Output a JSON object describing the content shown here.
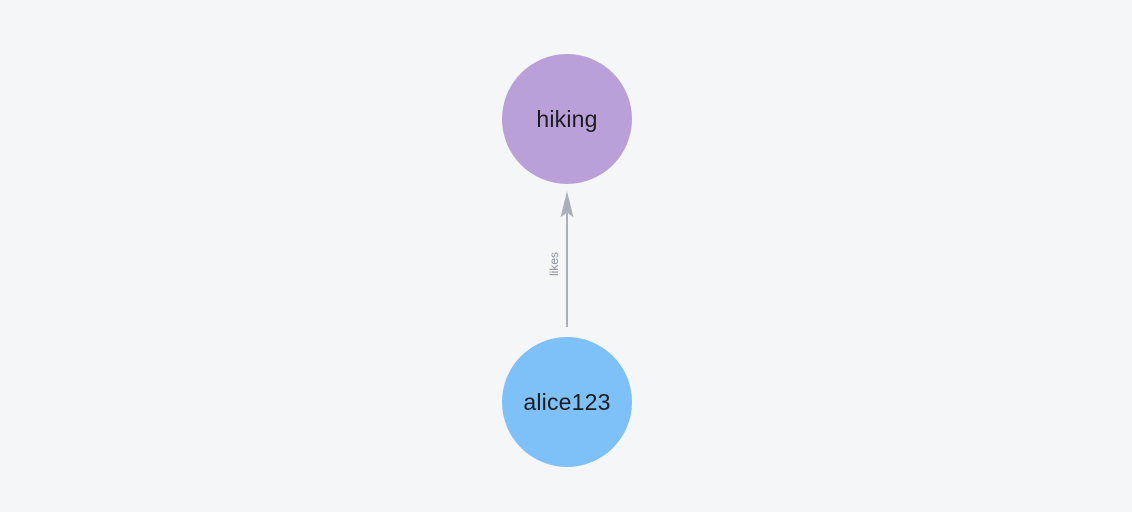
{
  "canvas": {
    "background_color": "#f5f6f7"
  },
  "graph": {
    "nodes": [
      {
        "id": "hiking",
        "label": "hiking",
        "shape": "circle",
        "fill_color": "#b9a0d8",
        "text_color": "#1c1c1e"
      },
      {
        "id": "alice123",
        "label": "alice123",
        "shape": "circle",
        "fill_color": "#7dc1f8",
        "text_color": "#1c1c1e"
      }
    ],
    "edges": [
      {
        "from": "alice123",
        "to": "hiking",
        "label": "likes",
        "direction": "up",
        "line_color": "#a9afb9",
        "label_color": "#8d949e"
      }
    ]
  }
}
